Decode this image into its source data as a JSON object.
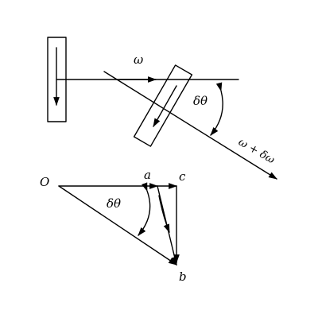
{
  "top_diagram": {
    "omega_label": "ω",
    "dtheta_label": "δθ",
    "omega_plus_domega_label": "ω + δω"
  },
  "vector_triangle": {
    "point_O": "O",
    "point_a": "a",
    "point_b": "b",
    "point_c": "c",
    "dtheta_label": "δθ"
  },
  "colors": {
    "stroke": "#000000",
    "background": "#ffffff"
  }
}
